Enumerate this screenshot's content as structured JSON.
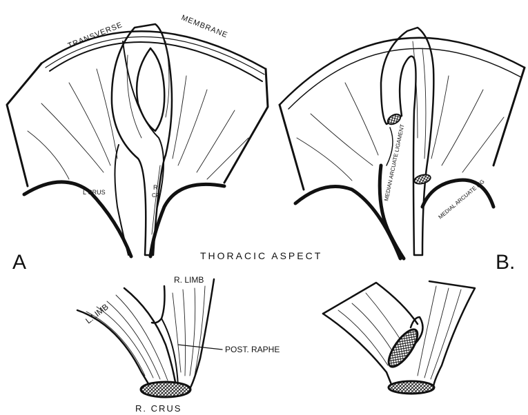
{
  "panel_a": {
    "letter": "A",
    "transverse_label": "TRANSVERSE",
    "membrane_label": "MEMBRANE",
    "l_crus_label": "L CRUS",
    "r_crus_label_1": "R",
    "r_crus_label_2": "CR"
  },
  "panel_b": {
    "letter": "B.",
    "median_arcuate_label": "MEDIAN ARCUATE LIGAMENT",
    "medial_arcuate_label": "MEDIAL ARCUATE LIG"
  },
  "center_caption": "THORACIC ASPECT",
  "lower_left": {
    "l_limb_label": "L.LIMB",
    "r_limb_label": "R. LIMB",
    "post_raphe_label": "POST. RAPHE",
    "r_crus_label": "R. CRUS"
  },
  "colors": {
    "ink": "#111111",
    "background": "#ffffff"
  }
}
